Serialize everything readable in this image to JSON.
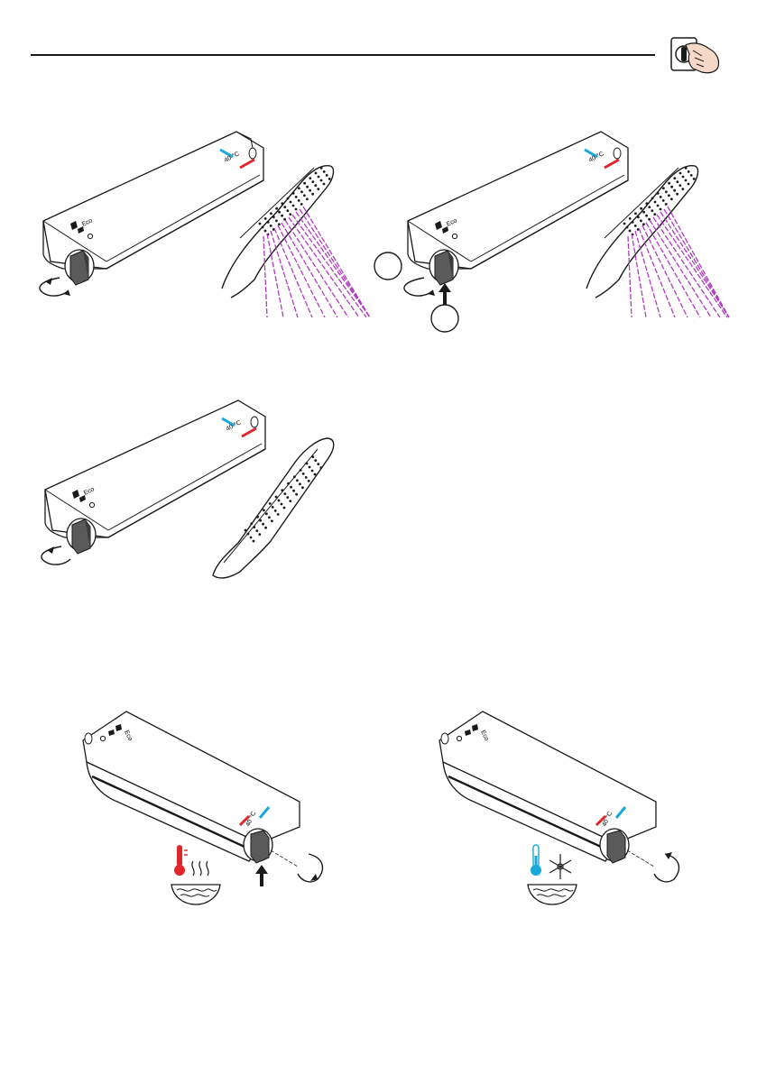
{
  "header": {
    "icon": "hand-turning-valve-icon"
  },
  "labels": {
    "eco": "Eco",
    "temperature": "40 °C"
  },
  "colors": {
    "hot": "#e0262b",
    "cold": "#1aa7dc",
    "spray": "#b03bbf",
    "line": "#1a1a1a",
    "knob": "#5a5a5a"
  },
  "figures": [
    {
      "id": "fig-1",
      "spray": "full"
    },
    {
      "id": "fig-2",
      "spray": "full"
    },
    {
      "id": "fig-3",
      "spray": "none"
    },
    {
      "id": "fig-4",
      "icon": "hot-water-thermometer-icon"
    },
    {
      "id": "fig-5",
      "icon": "cold-water-snowflake-icon"
    }
  ]
}
